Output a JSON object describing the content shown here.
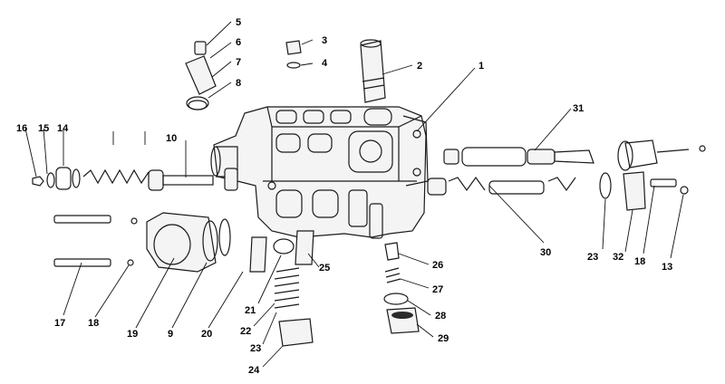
{
  "callouts": {
    "c1": "1",
    "c2": "2",
    "c3": "3",
    "c4": "4",
    "c5": "5",
    "c6": "6",
    "c7": "7",
    "c8": "8",
    "c9": "9",
    "c10": "10",
    "c13": "13",
    "c14": "14",
    "c15": "15",
    "c16": "16",
    "c17": "17",
    "c18a": "18",
    "c18b": "18",
    "c19": "19",
    "c20": "20",
    "c21": "21",
    "c22": "22",
    "c23a": "23",
    "c23b": "23",
    "c24": "24",
    "c25": "25",
    "c26": "26",
    "c27": "27",
    "c28": "28",
    "c29": "29",
    "c30": "30",
    "c31": "31",
    "c32": "32"
  }
}
